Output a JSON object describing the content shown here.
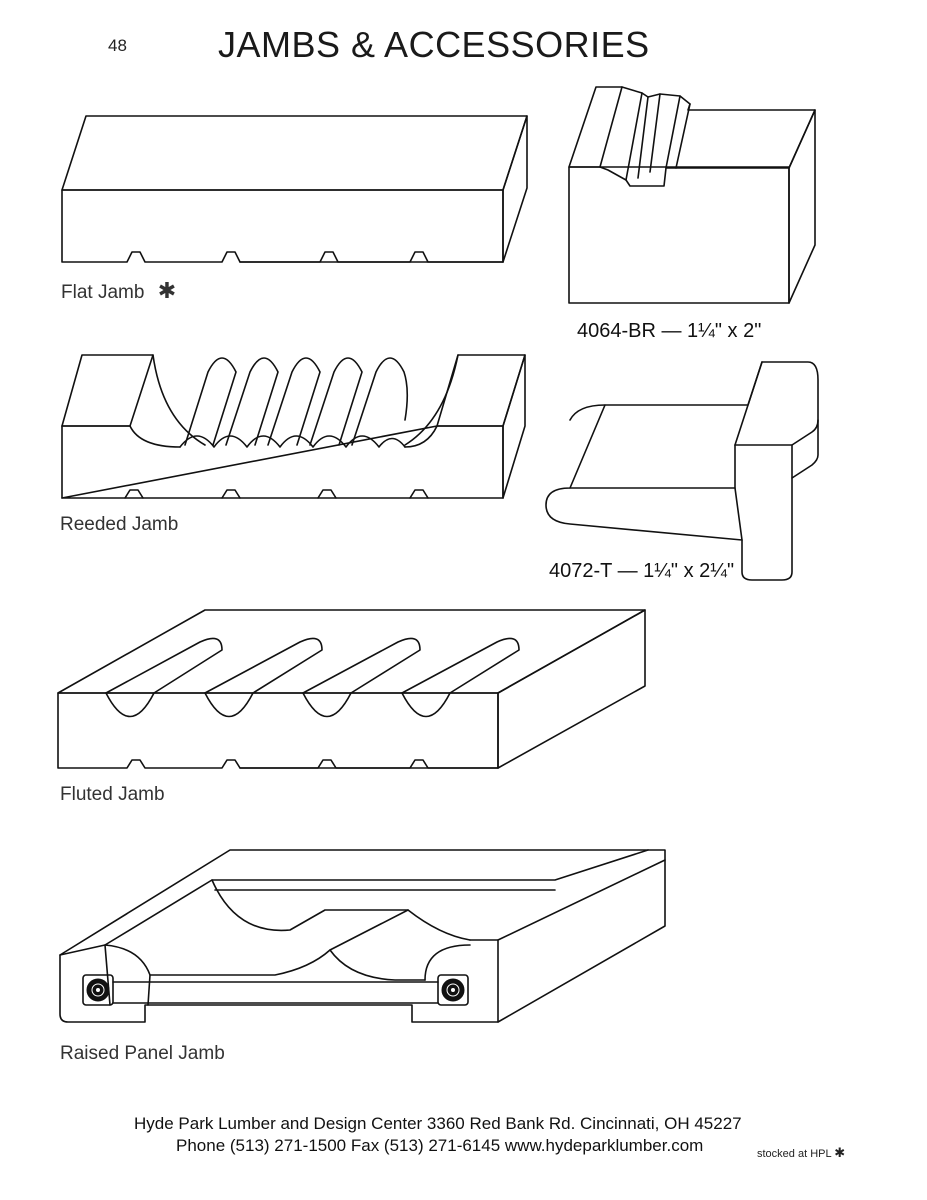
{
  "page": {
    "number": "48",
    "title": "JAMBS & ACCESSORIES"
  },
  "items": [
    {
      "label": "Flat Jamb",
      "marker": "✱"
    },
    {
      "label": "Reeded Jamb"
    },
    {
      "label": "Fluted Jamb"
    },
    {
      "label": "Raised Panel Jamb"
    },
    {
      "label": "4064-BR — 1¼\" x 2\""
    },
    {
      "label": "4072-T — 1¼\" x 2¼\""
    }
  ],
  "footer": {
    "line1": "Hyde Park Lumber and Design Center  3360 Red Bank Rd.  Cincinnati, OH 45227",
    "line2": "Phone (513) 271-1500  Fax (513) 271-6145  www.hydeparklumber.com",
    "note": "stocked at HPL",
    "note_marker": "✱"
  }
}
